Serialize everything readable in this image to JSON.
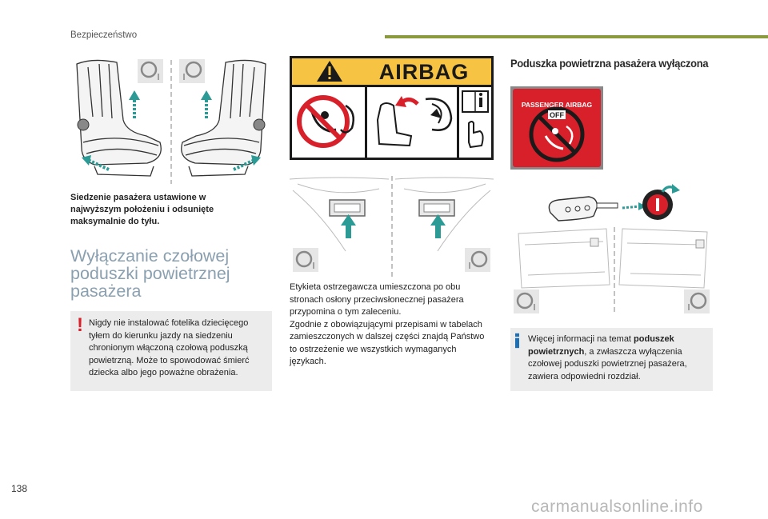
{
  "header": {
    "section": "Bezpieczeństwo"
  },
  "seat_caption": "Siedzenie pasażera ustawione w najwyższym położeniu i odsunięte maksymalnie do tyłu.",
  "heading": "Wyłączanie czołowej poduszki powietrznej pasażera",
  "warning": {
    "icon": "exclamation-icon",
    "text": "Nigdy nie instalować fotelika dziecięcego tyłem do kierunku jazdy na siedzeniu chronionym włączoną czołową poduszką powietrzną. Może to spowodować śmierć dziecka albo jego poważne obrażenia."
  },
  "airbag_label": {
    "title": "AIRBAG"
  },
  "label_description": "Etykieta ostrzegawcza umieszczona po obu stronach osłony przeciwsłonecznej pasażera przypomina o tym zaleceniu.\nZgodnie z obowiązującymi przepisami w tabelach zamieszczonych w dalszej części znajdą Państwo to ostrzeżenie we wszystkich wymaganych językach.",
  "right_heading": "Poduszka powietrzna pasażera wyłączona",
  "indicator_text": "PASSENGER AIRBAG",
  "indicator_off": "OFF",
  "info": {
    "icon": "info-icon",
    "prefix": "Więcej informacji na temat ",
    "bold": "poduszek powietrznych",
    "suffix": ", a zwłaszcza wyłączenia czołowej poduszki powietrznej pasażera, zawiera odpowiedni rozdział."
  },
  "footer": {
    "page": "138",
    "watermark": "carmanualsonline.info"
  },
  "colors": {
    "accent": "#8a9a3d",
    "warning_red": "#d8202a",
    "info_blue": "#1f6fb5",
    "arrow_teal": "#2c9a95",
    "airbag_yellow": "#f6c343"
  }
}
